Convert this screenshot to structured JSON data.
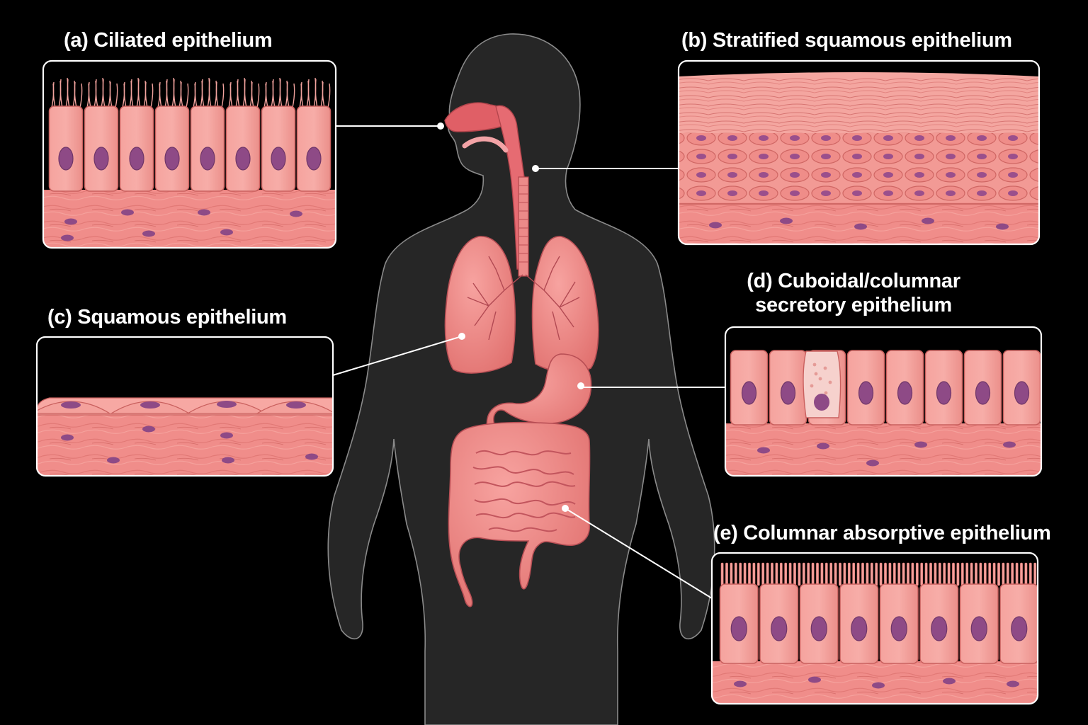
{
  "labels": {
    "a": "(a) Ciliated epithelium",
    "b": "(b) Stratified squamous epithelium",
    "c": "(c) Squamous epithelium",
    "d_line1": "(d) Cuboidal/columnar",
    "d_line2": "secretory epithelium",
    "e": "(e) Columnar absorptive epithelium"
  },
  "colors": {
    "background": "#000000",
    "body_silhouette": "#2a2a2a",
    "body_outline": "#8a8a8a",
    "tissue": "#f08d8a",
    "tissue_light": "#f7a8a3",
    "tissue_dark": "#c9605e",
    "nucleus": "#8e4a86",
    "panel_border": "#ffffff",
    "leader_line": "#ffffff"
  }
}
